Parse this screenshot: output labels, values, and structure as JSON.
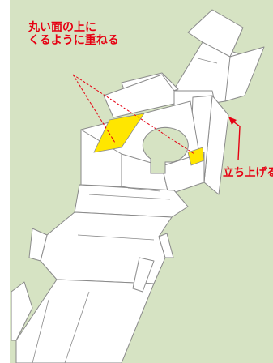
{
  "image": {
    "background_color": "#d6e3c3",
    "paper_color": "#ffffff",
    "outline_color": "#8a8a8a",
    "highlight_color": "#ffe600",
    "annotation_color": "#e60012"
  },
  "annotations": {
    "instruction_line1": "丸い面の上に",
    "instruction_line2": "くるように重ねる",
    "fold_up_label": "立ち上げる"
  }
}
